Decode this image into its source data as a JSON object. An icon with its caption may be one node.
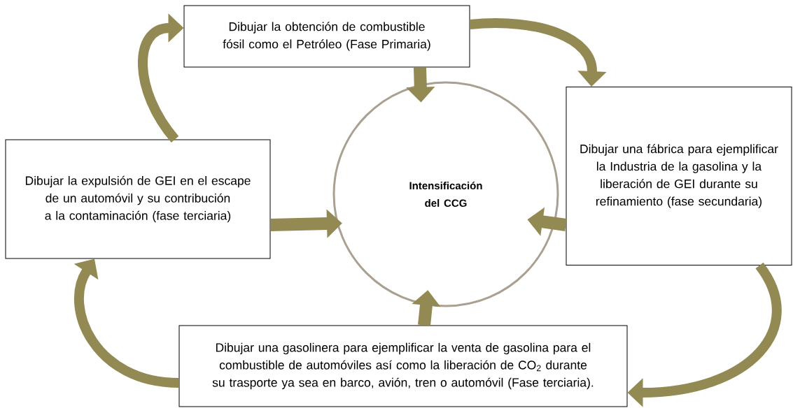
{
  "diagram": {
    "nodes": [
      {
        "text": [
          "Dibujar la obtención de combustible fósil como el Petróleo (Fase Primaria)"
        ]
      },
      {
        "text": [
          "Dibujar una fábrica para ejemplificar la Industria de la gasolina y la liberación de GEI durante su refinamiento (fase secundaria)"
        ]
      },
      {
        "text": [
          "Dibujar la expulsión de GEI en el escape de un automóvil y su contribución a la contaminación (fase terciaria)"
        ]
      },
      {
        "text": [
          "Intensificación del CCG"
        ]
      },
      {
        "text": [
          "Dibujar una gasolinera para ejemplificar la venta de gasolina para el combustible de automóviles así como la liberación de CO$_{2}$ durante su trasporte ya sea en barco, avión, tren o automóvil (Fase terciaria)."
        ]
      }
    ],
    "edges": [
      {
        "from": 0,
        "to": 3,
        "arrow": "to"
      },
      {
        "from": 1,
        "to": 3,
        "arrow": "to"
      },
      {
        "from": 2,
        "to": 3,
        "arrow": "to"
      },
      {
        "from": 4,
        "to": 3,
        "arrow": "to"
      },
      {
        "from": 0,
        "to": 1,
        "arrow": "to"
      },
      {
        "from": 1,
        "to": 4,
        "arrow": "to"
      },
      {
        "from": 4,
        "to": 2,
        "arrow": "to"
      },
      {
        "from": 2,
        "to": 0,
        "arrow": "to"
      }
    ]
  }
}
